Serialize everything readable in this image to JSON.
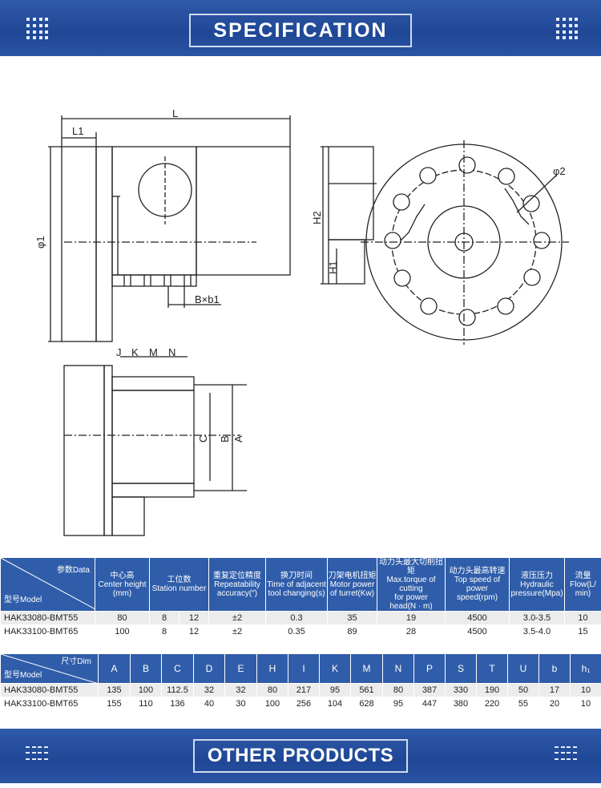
{
  "header": {
    "title": "SPECIFICATION"
  },
  "footer": {
    "title": "OTHER PRODUCTS"
  },
  "drawing": {
    "labels": {
      "L": "L",
      "L1": "L1",
      "phi1": "φ1",
      "Bxb1": "B×b1",
      "H2": "H2",
      "H1": "H1",
      "phi2": "φ2",
      "J": "J",
      "K": "K",
      "M": "M",
      "N": "N",
      "C": "C",
      "B": "B",
      "A": "A"
    }
  },
  "table1": {
    "corner_top": "参数Data",
    "corner_bottom": "型号Model",
    "headers": [
      "中心高\nCenter height\n(mm)",
      "工位数\nStation number",
      "重复定位精度\nRepeatability\naccuracy(″)",
      "换刀时间\nTime of adjacent\ntool changing(s)",
      "刀架电机扭矩\nMotor power\nof turret(Kw)",
      "动力头最大切削扭矩\nMax.torque of\ncutting\nfor power\nhead(N · m)",
      "动力头最高转速\nTop speed of\npower speed(rpm)",
      "液压压力\nHydraulic\npressure(Mpa)",
      "流量\nFlow(L/\nmin)"
    ],
    "rows": [
      [
        "HAK33080-BMT55",
        "80",
        "8",
        "12",
        "±2",
        "0.3",
        "35",
        "19",
        "4500",
        "3.0-3.5",
        "10"
      ],
      [
        "HAK33100-BMT65",
        "100",
        "8",
        "12",
        "±2",
        "0.35",
        "89",
        "28",
        "4500",
        "3.5-4.0",
        "15"
      ]
    ]
  },
  "table2": {
    "corner_top": "尺寸Dim",
    "corner_bottom": "型号Model",
    "headers": [
      "A",
      "B",
      "C",
      "D",
      "E",
      "H",
      "I",
      "K",
      "M",
      "N",
      "P",
      "S",
      "T",
      "U",
      "b",
      "h₁"
    ],
    "rows": [
      [
        "HAK33080-BMT55",
        "135",
        "100",
        "112.5",
        "32",
        "32",
        "80",
        "217",
        "95",
        "561",
        "80",
        "387",
        "330",
        "190",
        "50",
        "17",
        "10"
      ],
      [
        "HAK33100-BMT65",
        "155",
        "110",
        "136",
        "40",
        "30",
        "100",
        "256",
        "104",
        "628",
        "95",
        "447",
        "380",
        "220",
        "55",
        "20",
        "10"
      ]
    ]
  }
}
